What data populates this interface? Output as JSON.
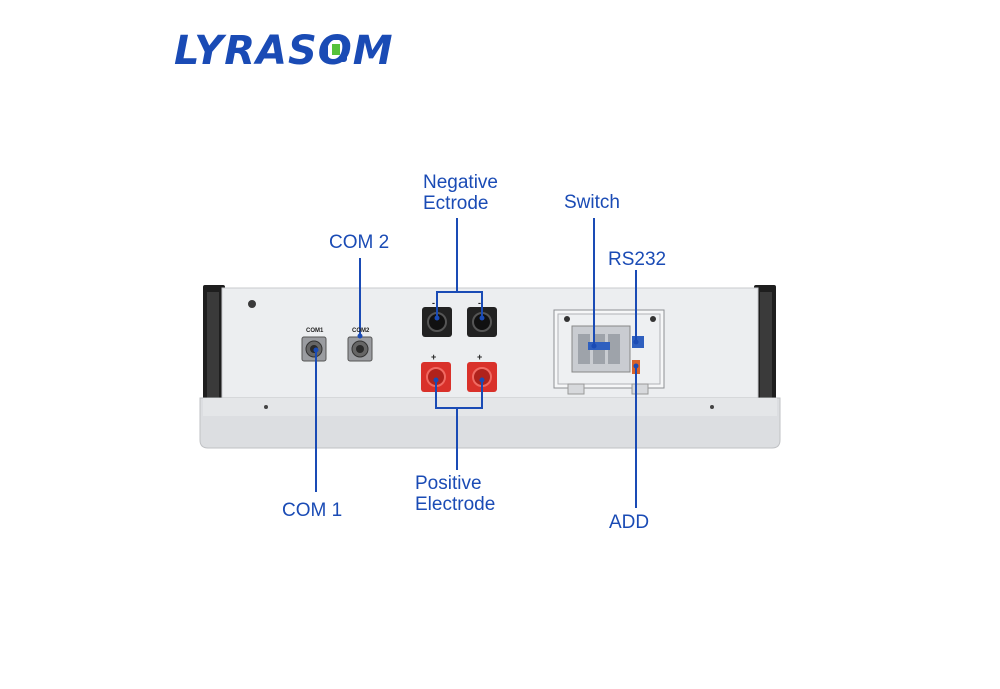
{
  "logo": {
    "text": "LYRASOM",
    "colors": {
      "text": "#1a4bb5",
      "battery_fill": "#55c23a"
    }
  },
  "labels": {
    "negative": "Negative\nEctrode",
    "switch": "Switch",
    "com2": "COM 2",
    "rs232": "RS232",
    "com1": "COM 1",
    "positive": "Positive\nElectrode",
    "add": "ADD"
  },
  "panel_markings": {
    "com1": "COM1",
    "com2": "COM2",
    "minus": "-",
    "plus": "+"
  },
  "colors": {
    "callout": "#1a4bb5",
    "positive_terminal": "#d9312a",
    "negative_terminal": "#222222",
    "panel": "#e8e9eb"
  }
}
